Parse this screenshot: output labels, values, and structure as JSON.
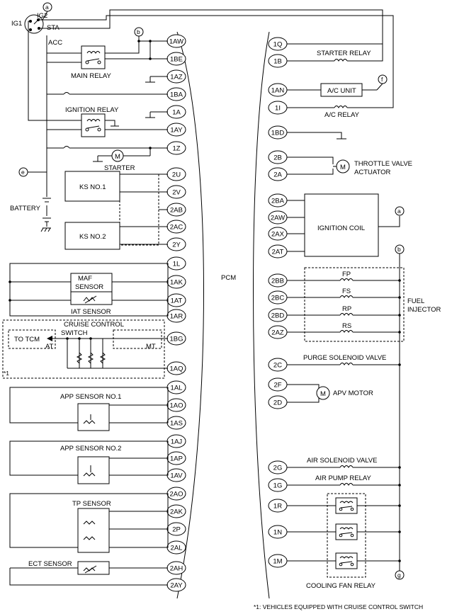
{
  "left_pins": [
    "1AW",
    "1BE",
    "1AZ",
    "1BA",
    "1A",
    "1AY",
    "1Z",
    "2U",
    "2V",
    "2AB",
    "2AC",
    "2Y",
    "1L",
    "1AK",
    "1AT",
    "1AR",
    "1BG",
    "1AQ",
    "1AL",
    "1AO",
    "1AS",
    "1AJ",
    "1AP",
    "1AV",
    "2AO",
    "2AK",
    "2P",
    "2AL",
    "2AH",
    "2AY"
  ],
  "right_pins": [
    "1Q",
    "1B",
    "1AN",
    "1I",
    "1BD",
    "2B",
    "2A",
    "2BA",
    "2AW",
    "2AX",
    "2AT",
    "2BB",
    "2BC",
    "2BD",
    "2AZ",
    "2C",
    "2F",
    "2D",
    "2G",
    "1G",
    "1R",
    "1N",
    "1M"
  ],
  "connectors": [
    "a",
    "b",
    "e",
    "f",
    "a",
    "b",
    "g"
  ],
  "ignition_switch": {
    "ig1": "IG1",
    "ig2": "IG2",
    "sta": "STA",
    "acc": "ACC"
  },
  "components": {
    "main_relay": "MAIN RELAY",
    "ignition_relay": "IGNITION RELAY",
    "starter": "STARTER",
    "battery": "BATTERY",
    "ks1": "KS NO.1",
    "ks2": "KS NO.2",
    "maf": "MAF",
    "maf2": "SENSOR",
    "iat": "IAT SENSOR",
    "cruise1": "CRUISE CONTROL",
    "cruise2": "SWITCH",
    "to_tcm": "TO TCM",
    "at": "AT",
    "mt": "MT",
    "footnote_mark": "*1",
    "app1": "APP SENSOR NO.1",
    "app2": "APP SENSOR NO.2",
    "tp": "TP SENSOR",
    "ect": "ECT SENSOR",
    "pcm": "PCM",
    "starter_relay": "STARTER RELAY",
    "ac_unit": "A/C UNIT",
    "ac_relay": "A/C RELAY",
    "throttle1": "THROTTLE VALVE",
    "throttle2": "ACTUATOR",
    "ign_coil": "IGNITION COIL",
    "fp": "FP",
    "fs": "FS",
    "rp": "RP",
    "rs": "RS",
    "fuel1": "FUEL",
    "fuel2": "INJECTOR",
    "purge": "PURGE SOLENOID VALVE",
    "apv": "APV MOTOR",
    "air_sol": "AIR SOLENOID VALVE",
    "air_pump": "AIR PUMP RELAY",
    "fan_relay": "COOLING FAN RELAY",
    "motor": "M"
  },
  "footnote": "*1: VEHICLES EQUIPPED WITH CRUISE CONTROL SWITCH"
}
